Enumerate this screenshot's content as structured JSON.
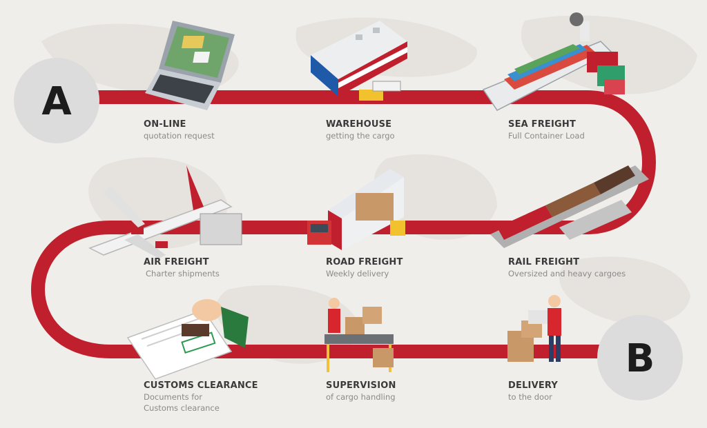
{
  "colors": {
    "background": "#f0eeea",
    "route": "#c0202e",
    "badge": "#dcdcdc",
    "title_text": "#3a3a3a",
    "subtitle_text": "#8a8a8a"
  },
  "start_badge": {
    "label": "A"
  },
  "end_badge": {
    "label": "B"
  },
  "steps": [
    {
      "title": "ON-LINE",
      "subtitle": "quotation request",
      "icon": "laptop-icon"
    },
    {
      "title": "WAREHOUSE",
      "subtitle": "getting the cargo",
      "icon": "warehouse-icon"
    },
    {
      "title": "SEA FREIGHT",
      "subtitle": "Full Container Load",
      "icon": "container-ship-icon"
    },
    {
      "title": "AIR FREIGHT",
      "subtitle": "Charter shipments",
      "icon": "airplane-icon"
    },
    {
      "title": "ROAD FREIGHT",
      "subtitle": "Weekly delivery",
      "icon": "truck-icon"
    },
    {
      "title": "RAIL FREIGHT",
      "subtitle": "Oversized and  heavy cargoes",
      "icon": "train-icon"
    },
    {
      "title": "CUSTOMS CLEARANCE",
      "subtitle": "Documents for\nCustoms clearance",
      "icon": "approved-stamp-icon"
    },
    {
      "title": "SUPERVISION",
      "subtitle": "of cargo handling",
      "icon": "conveyor-worker-icon"
    },
    {
      "title": "DELIVERY",
      "subtitle": "to the door",
      "icon": "delivery-worker-icon"
    }
  ]
}
